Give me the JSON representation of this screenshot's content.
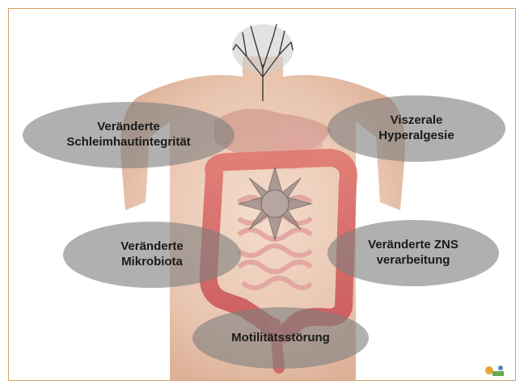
{
  "labels": {
    "top_left_line1": "Veränderte",
    "top_left_line2": "Schleimhautintegrität",
    "top_right_line1": "Viszerale",
    "top_right_line2": "Hyperalgesie",
    "mid_left_line1": "Veränderte",
    "mid_left_line2": "Mikrobiota",
    "mid_right_line1": "Veränderte ZNS",
    "mid_right_line2": "verarbeitung",
    "bottom": "Motilitätsstörung"
  },
  "colors": {
    "frame_border": "#d9a066",
    "ellipse_fill": "#808080",
    "skin": "#e8c3ad",
    "intestine": "#d46a6a"
  },
  "icons": {
    "brain_tree": "tree-brain-icon",
    "pain_star": "star-icon",
    "corner_logo": "logo-icon"
  }
}
